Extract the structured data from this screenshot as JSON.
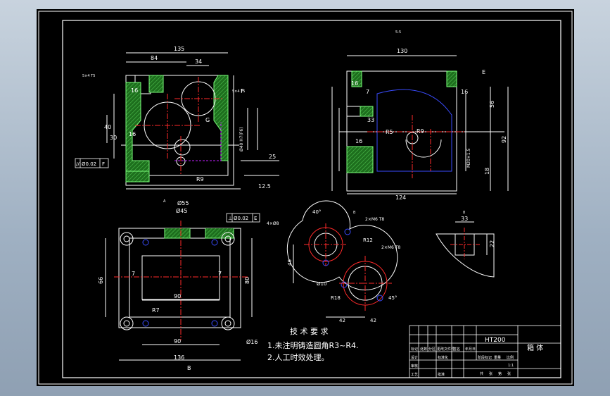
{
  "views": {
    "front": {
      "dims": [
        "135",
        "84",
        "34",
        "16",
        "16",
        "40",
        "30",
        "5×4 T5",
        "5×4 T5",
        "Ø40 H7(F6)",
        "F",
        "G",
        "R9",
        "25",
        "12.5"
      ],
      "tolerance": {
        "symbol": "//",
        "value": "Ø0.02",
        "datum": "F"
      }
    },
    "side": {
      "dims": [
        "5-5",
        "130",
        "16",
        "7",
        "16",
        "16",
        "33",
        "R5",
        "R9",
        "56",
        "92",
        "18",
        "M20×1.5",
        "124",
        "E"
      ]
    },
    "top": {
      "dims": [
        "A",
        "Ø55",
        "Ø45",
        "B",
        "66",
        "80",
        "90",
        "90",
        "7",
        "7",
        "R7",
        "136",
        "4×Ø8",
        "Ø16"
      ],
      "tolerance": {
        "symbol": "⊥",
        "value": "Ø0.02",
        "datum": "E"
      }
    },
    "section_b": {
      "dims": [
        "B",
        "40°",
        "2×M6 T8",
        "2×M6 T8",
        "R12",
        "Ø10",
        "R18",
        "40",
        "42",
        "42",
        "45°"
      ]
    },
    "detail": {
      "dims": [
        "8",
        "33",
        "22"
      ]
    }
  },
  "notes": {
    "title": "技 术 要 求",
    "items": [
      "1.未注明铸造圆角R3~R4.",
      "2.人工时效处理。"
    ]
  },
  "title_block": {
    "material": "HT200",
    "part_name": "箱 体",
    "headers": [
      "标记",
      "处数",
      "分区",
      "更改文件号",
      "签名",
      "年月日"
    ],
    "rows": [
      "设计",
      "审核",
      "工艺",
      "标准化",
      "批准"
    ],
    "stage_labels": [
      "阶段标记",
      "重量",
      "比例"
    ],
    "scale": "1:1",
    "sheet": [
      "共",
      "张",
      "第",
      "张"
    ]
  },
  "colors": {
    "frame": "#ffffff",
    "dims": "#ffffff",
    "center": "#ff2a2a",
    "section": "#2e8b2e",
    "hidden": "#c020ff",
    "blue": "#3a4cff"
  }
}
